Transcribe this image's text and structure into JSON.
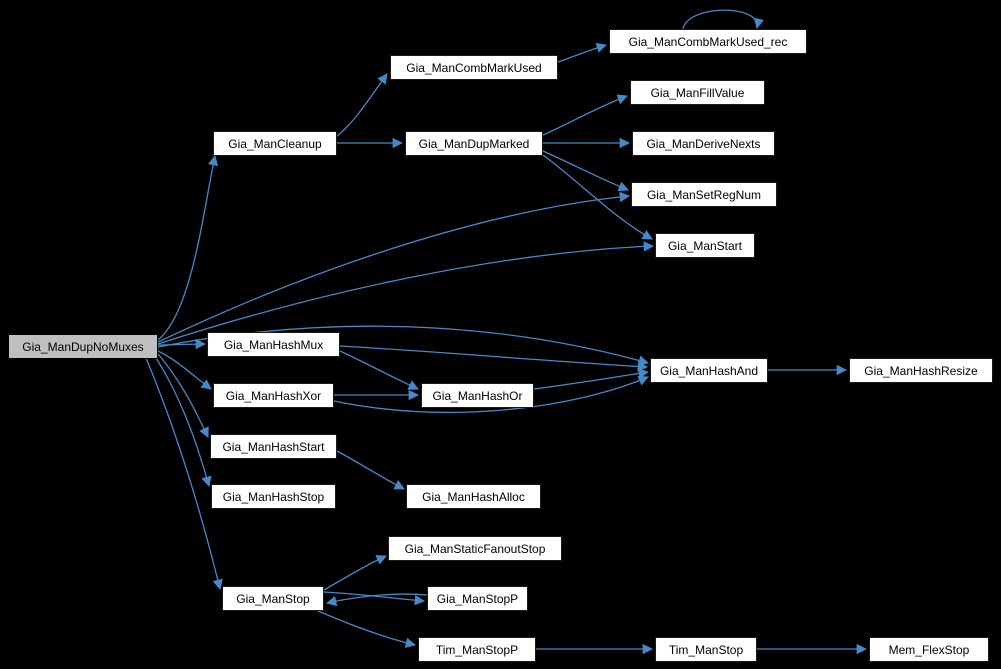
{
  "diagram": {
    "type": "call-graph",
    "background_color": "#000000",
    "edge_color": "#4788c8",
    "node_fill_color": "#ffffff",
    "node_text_color": "#000000",
    "highlighted_node_fill_color": "#bfbfbf",
    "nodes": [
      {
        "id": "Gia_ManDupNoMuxes",
        "label": "Gia_ManDupNoMuxes",
        "highlighted": true
      },
      {
        "id": "Gia_ManCleanup",
        "label": "Gia_ManCleanup",
        "highlighted": false
      },
      {
        "id": "Gia_ManCombMarkUsed",
        "label": "Gia_ManCombMarkUsed",
        "highlighted": false
      },
      {
        "id": "Gia_ManCombMarkUsed_rec",
        "label": "Gia_ManCombMarkUsed_rec",
        "highlighted": false
      },
      {
        "id": "Gia_ManDupMarked",
        "label": "Gia_ManDupMarked",
        "highlighted": false
      },
      {
        "id": "Gia_ManFillValue",
        "label": "Gia_ManFillValue",
        "highlighted": false
      },
      {
        "id": "Gia_ManDeriveNexts",
        "label": "Gia_ManDeriveNexts",
        "highlighted": false
      },
      {
        "id": "Gia_ManSetRegNum",
        "label": "Gia_ManSetRegNum",
        "highlighted": false
      },
      {
        "id": "Gia_ManStart",
        "label": "Gia_ManStart",
        "highlighted": false
      },
      {
        "id": "Gia_ManHashMux",
        "label": "Gia_ManHashMux",
        "highlighted": false
      },
      {
        "id": "Gia_ManHashXor",
        "label": "Gia_ManHashXor",
        "highlighted": false
      },
      {
        "id": "Gia_ManHashOr",
        "label": "Gia_ManHashOr",
        "highlighted": false
      },
      {
        "id": "Gia_ManHashAnd",
        "label": "Gia_ManHashAnd",
        "highlighted": false
      },
      {
        "id": "Gia_ManHashResize",
        "label": "Gia_ManHashResize",
        "highlighted": false
      },
      {
        "id": "Gia_ManHashStart",
        "label": "Gia_ManHashStart",
        "highlighted": false
      },
      {
        "id": "Gia_ManHashStop",
        "label": "Gia_ManHashStop",
        "highlighted": false
      },
      {
        "id": "Gia_ManHashAlloc",
        "label": "Gia_ManHashAlloc",
        "highlighted": false
      },
      {
        "id": "Gia_ManStaticFanoutStop",
        "label": "Gia_ManStaticFanoutStop",
        "highlighted": false
      },
      {
        "id": "Gia_ManStop",
        "label": "Gia_ManStop",
        "highlighted": false
      },
      {
        "id": "Gia_ManStopP",
        "label": "Gia_ManStopP",
        "highlighted": false
      },
      {
        "id": "Tim_ManStopP",
        "label": "Tim_ManStopP",
        "highlighted": false
      },
      {
        "id": "Tim_ManStop",
        "label": "Tim_ManStop",
        "highlighted": false
      },
      {
        "id": "Mem_FlexStop",
        "label": "Mem_FlexStop",
        "highlighted": false
      }
    ],
    "edges": [
      {
        "from": "Gia_ManDupNoMuxes",
        "to": "Gia_ManCleanup"
      },
      {
        "from": "Gia_ManDupNoMuxes",
        "to": "Gia_ManSetRegNum"
      },
      {
        "from": "Gia_ManDupNoMuxes",
        "to": "Gia_ManStart"
      },
      {
        "from": "Gia_ManDupNoMuxes",
        "to": "Gia_ManHashAnd"
      },
      {
        "from": "Gia_ManDupNoMuxes",
        "to": "Gia_ManHashMux"
      },
      {
        "from": "Gia_ManDupNoMuxes",
        "to": "Gia_ManHashXor"
      },
      {
        "from": "Gia_ManDupNoMuxes",
        "to": "Gia_ManHashStart"
      },
      {
        "from": "Gia_ManDupNoMuxes",
        "to": "Gia_ManHashStop"
      },
      {
        "from": "Gia_ManDupNoMuxes",
        "to": "Gia_ManStop"
      },
      {
        "from": "Gia_ManCleanup",
        "to": "Gia_ManCombMarkUsed"
      },
      {
        "from": "Gia_ManCleanup",
        "to": "Gia_ManDupMarked"
      },
      {
        "from": "Gia_ManCombMarkUsed",
        "to": "Gia_ManCombMarkUsed_rec"
      },
      {
        "from": "Gia_ManCombMarkUsed_rec",
        "to": "Gia_ManCombMarkUsed_rec"
      },
      {
        "from": "Gia_ManDupMarked",
        "to": "Gia_ManFillValue"
      },
      {
        "from": "Gia_ManDupMarked",
        "to": "Gia_ManDeriveNexts"
      },
      {
        "from": "Gia_ManDupMarked",
        "to": "Gia_ManSetRegNum"
      },
      {
        "from": "Gia_ManDupMarked",
        "to": "Gia_ManStart"
      },
      {
        "from": "Gia_ManHashMux",
        "to": "Gia_ManHashAnd"
      },
      {
        "from": "Gia_ManHashMux",
        "to": "Gia_ManHashOr"
      },
      {
        "from": "Gia_ManHashXor",
        "to": "Gia_ManHashOr"
      },
      {
        "from": "Gia_ManHashXor",
        "to": "Gia_ManHashAnd"
      },
      {
        "from": "Gia_ManHashOr",
        "to": "Gia_ManHashAnd"
      },
      {
        "from": "Gia_ManHashAnd",
        "to": "Gia_ManHashResize"
      },
      {
        "from": "Gia_ManHashStart",
        "to": "Gia_ManHashAlloc"
      },
      {
        "from": "Gia_ManStop",
        "to": "Gia_ManStaticFanoutStop"
      },
      {
        "from": "Gia_ManStop",
        "to": "Gia_ManStopP"
      },
      {
        "from": "Gia_ManStopP",
        "to": "Gia_ManStop"
      },
      {
        "from": "Gia_ManStop",
        "to": "Tim_ManStopP"
      },
      {
        "from": "Tim_ManStopP",
        "to": "Tim_ManStop"
      },
      {
        "from": "Tim_ManStop",
        "to": "Mem_FlexStop"
      }
    ]
  }
}
